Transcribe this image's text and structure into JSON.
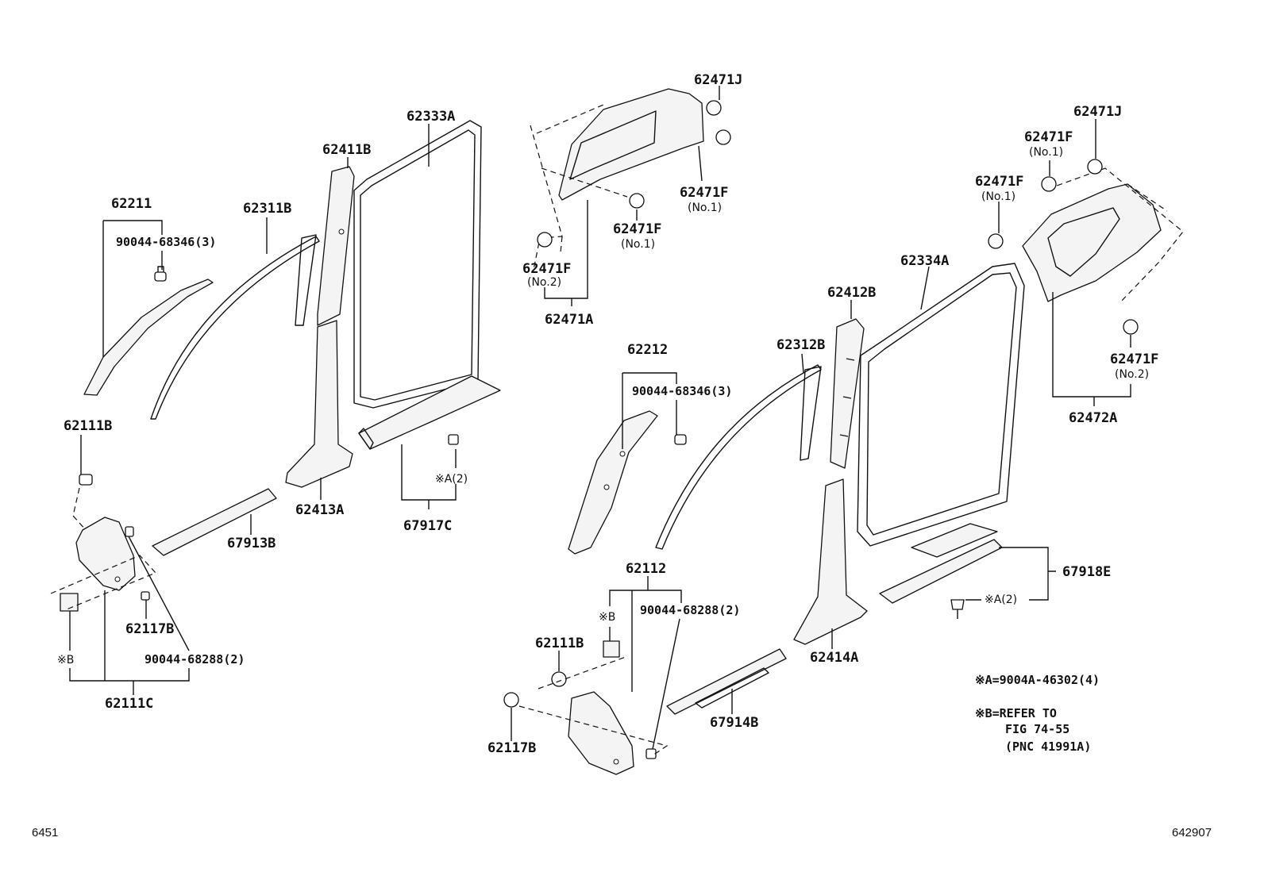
{
  "labels": {
    "p62471J_a": "62471J",
    "p62471F_a": "62471F",
    "p62471F_a_sub": "(No.1)",
    "p62471F_b": "62471F",
    "p62471F_b_sub": "(No.1)",
    "p62471F_c": "62471F",
    "p62471F_c_sub": "(No.2)",
    "p62471A": "62471A",
    "p62333A": "62333A",
    "p62411B": "62411B",
    "p62311B": "62311B",
    "p62211": "62211",
    "p90044_68346_a": "90044-68346(3)",
    "p62111B_a": "62111B",
    "p62413A": "62413A",
    "p67917C": "67917C",
    "pA2_a": "※A(2)",
    "p67913B": "67913B",
    "p62117B_a": "62117B",
    "p90044_68288_a": "90044-68288(2)",
    "pB_a": "※B",
    "p62111C": "62111C",
    "p62471J_b": "62471J",
    "p62471F_d": "62471F",
    "p62471F_d_sub": "(No.1)",
    "p62471F_e": "62471F",
    "p62471F_e_sub": "(No.1)",
    "p62471F_f": "62471F",
    "p62471F_f_sub": "(No.2)",
    "p62472A": "62472A",
    "p62334A": "62334A",
    "p62412B": "62412B",
    "p62312B": "62312B",
    "p62212": "62212",
    "p90044_68346_b": "90044-68346(3)",
    "p62112": "62112",
    "pB_b": "※B",
    "p90044_68288_b": "90044-68288(2)",
    "p62111B_b": "62111B",
    "p62414A": "62414A",
    "p67918E": "67918E",
    "pA2_b": "※A(2)",
    "p67914B": "67914B",
    "p62117B_b": "62117B"
  },
  "notes": {
    "a": "※A=9004A-46302(4)",
    "b1": "※B=REFER TO",
    "b2": "FIG 74-55",
    "b3": "(PNC 41991A)"
  },
  "corner": {
    "left": "6451",
    "right": "642907"
  }
}
